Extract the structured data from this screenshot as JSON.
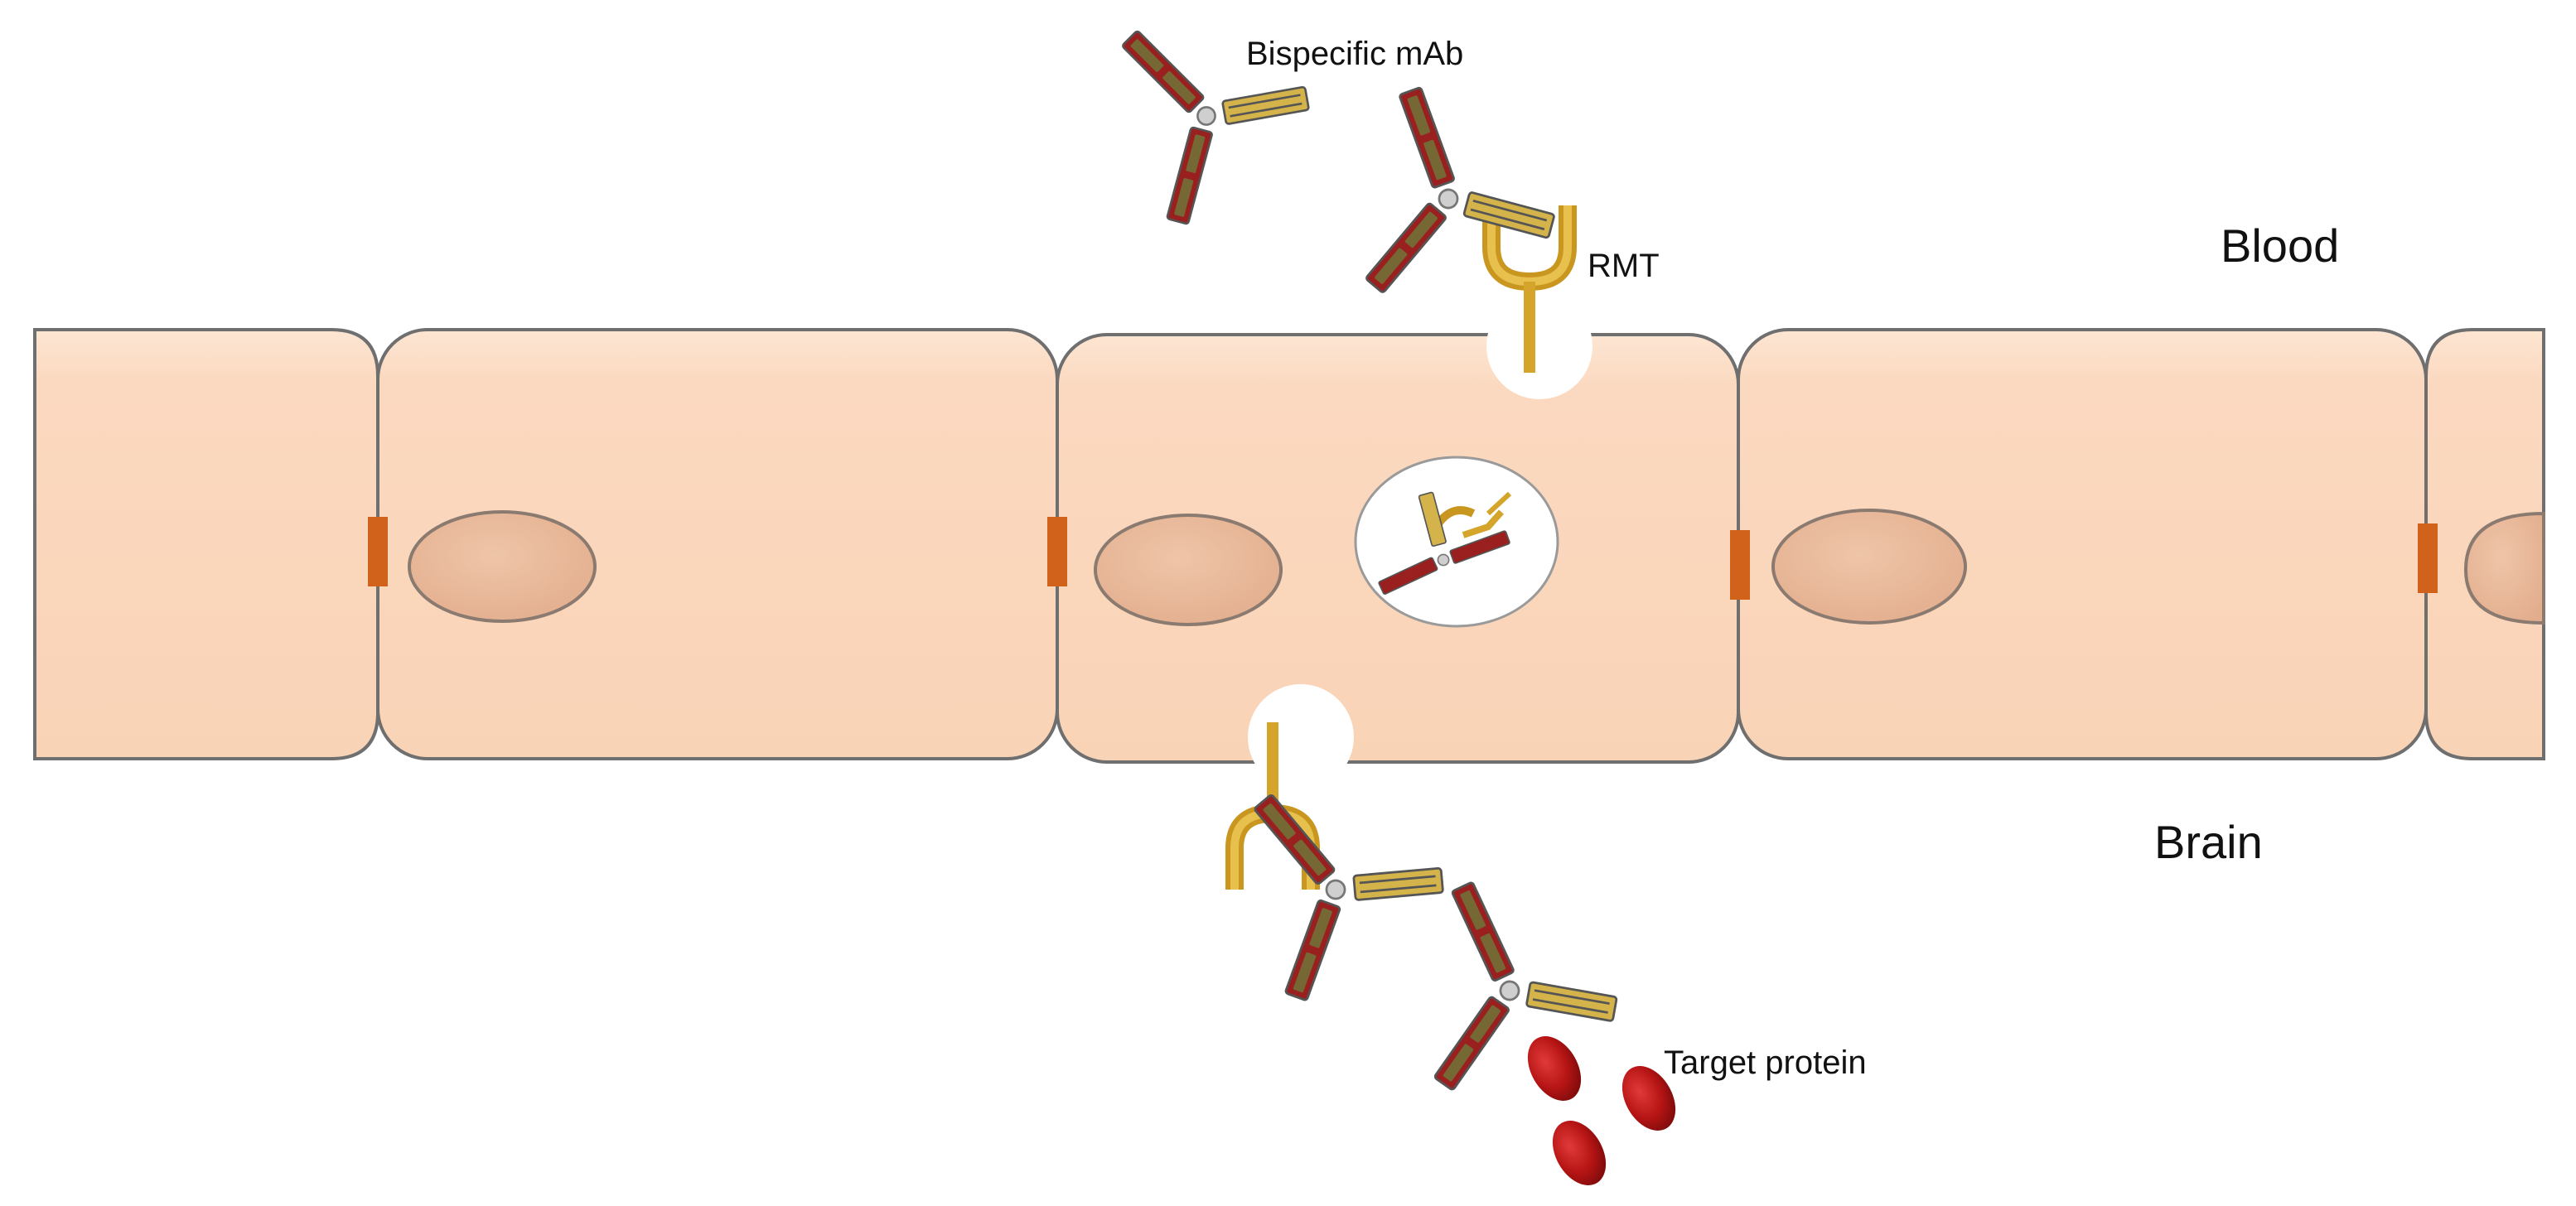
{
  "labels": {
    "antibody": "Bispecific mAb",
    "receptor": "RMT",
    "top_compartment": "Blood",
    "bottom_compartment": "Brain",
    "target": "Target protein"
  },
  "colors": {
    "cell_fill": "#fbd9c0",
    "cell_stroke": "#6f6f6f",
    "nucleus_fill": "#e9b89a",
    "tight_junction": "#d0621c",
    "receptor": "#d4a52a",
    "antibody_heavy": "#9a1f1f",
    "antibody_light": "#d4b44a",
    "target_protein": "#b51414",
    "vesicle_fill": "#ffffff"
  },
  "icons": {
    "antibody": "bispecific-antibody-icon",
    "receptor": "rmt-receptor-icon",
    "target": "target-protein-icon",
    "junction": "tight-junction-icon",
    "nucleus": "nucleus-icon"
  }
}
